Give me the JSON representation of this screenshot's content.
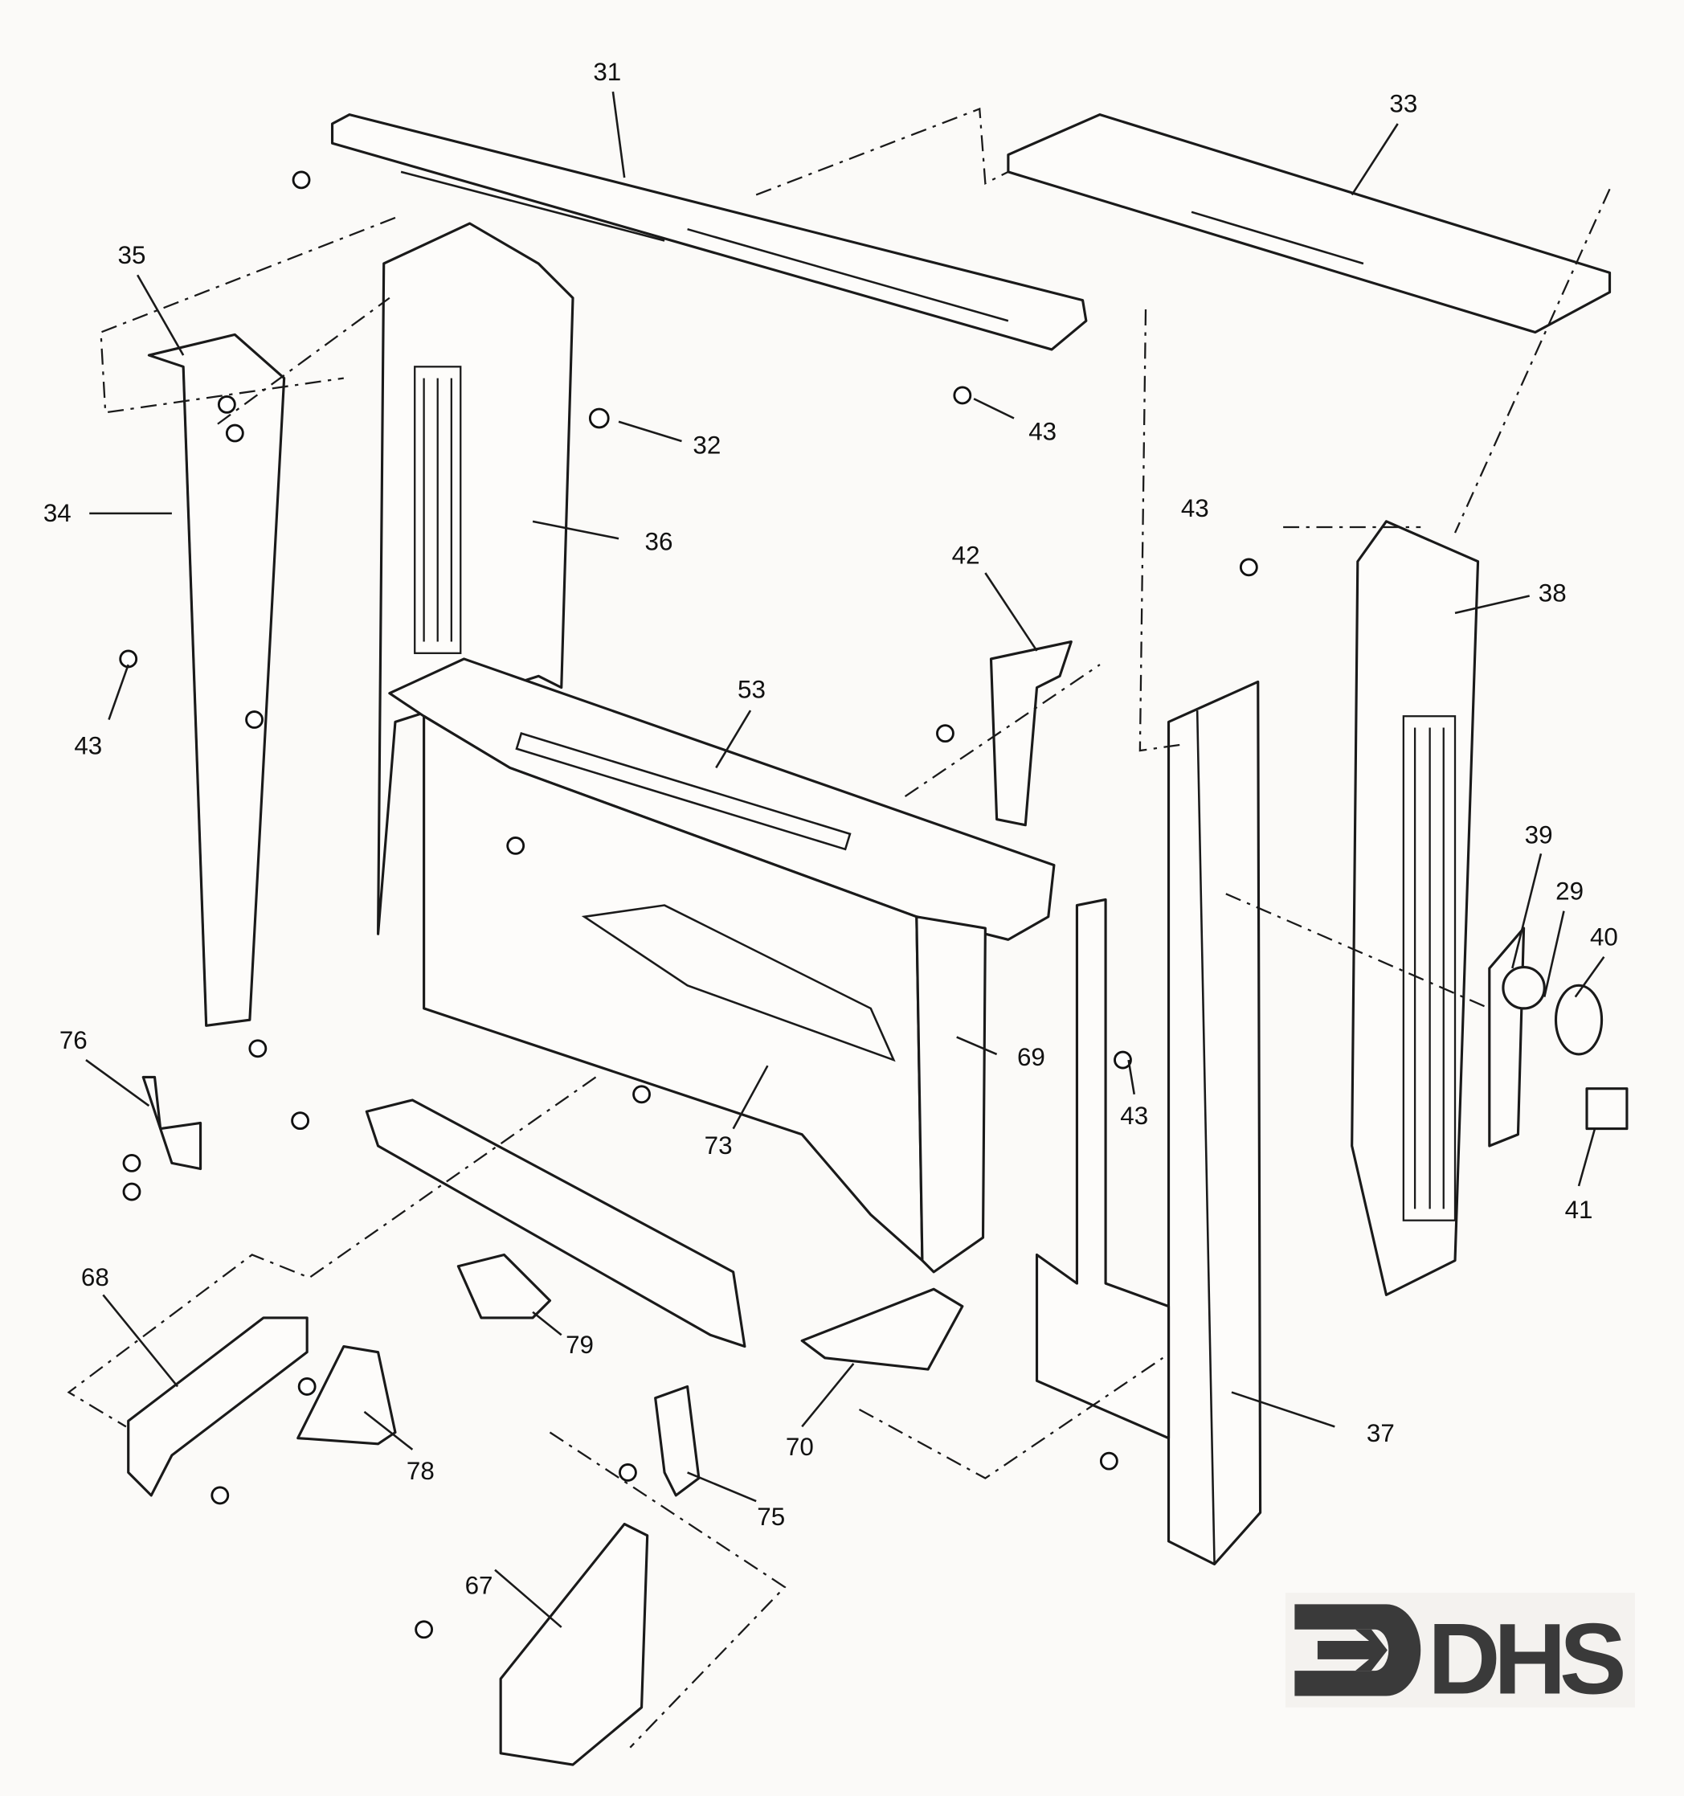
{
  "diagram": {
    "type": "exploded-parts-view",
    "labels": {
      "p31": "31",
      "p33": "33",
      "p35": "35",
      "p34": "34",
      "p36": "36",
      "p32": "32",
      "p43a": "43",
      "p43b": "43",
      "p43c": "43",
      "p43d": "43",
      "p42": "42",
      "p38": "38",
      "p53": "53",
      "p39": "39",
      "p29": "29",
      "p40": "40",
      "p41": "41",
      "p69": "69",
      "p76": "76",
      "p73": "73",
      "p68": "68",
      "p79": "79",
      "p78": "78",
      "p70": "70",
      "p37": "37",
      "p75": "75",
      "p67": "67"
    },
    "logo": {
      "text": "DHS",
      "color": "#3a3a3a"
    }
  }
}
